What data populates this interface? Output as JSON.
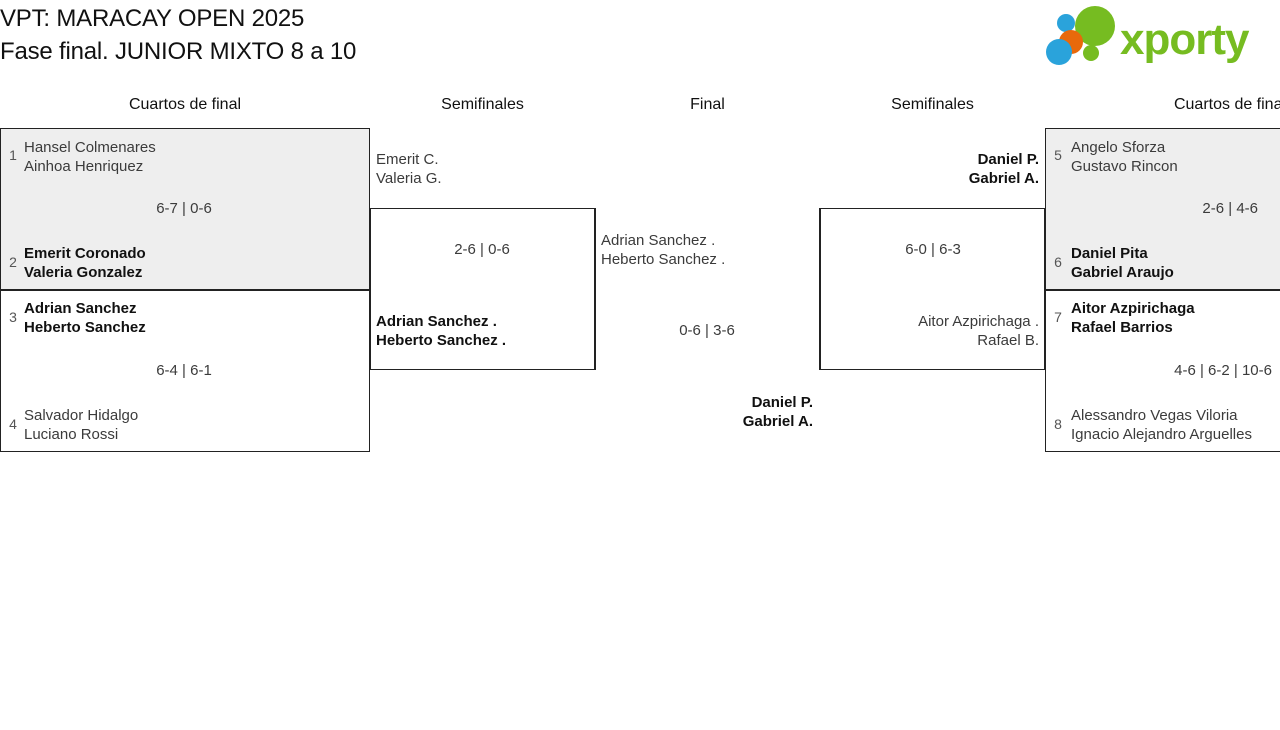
{
  "header": {
    "title_line1": "VPT: MARACAY OPEN 2025",
    "title_line2": "Fase final. JUNIOR MIXTO 8 a 10",
    "logo_text": "xporty",
    "logo_colors": {
      "green": "#76bc21",
      "orange": "#e8690b",
      "blue": "#2aa3db"
    }
  },
  "columns": {
    "qf_left": "Cuartos de final",
    "sf_left": "Semifinales",
    "final": "Final",
    "sf_right": "Semifinales",
    "qf_right": "Cuartos de final"
  },
  "bracket": {
    "qf_left": [
      {
        "shaded": true,
        "top": {
          "seed": "1",
          "p1": "Hansel Colmenares",
          "p2": "Ainhoa Henriquez",
          "winner": false
        },
        "bottom": {
          "seed": "2",
          "p1": "Emerit Coronado",
          "p2": "Valeria Gonzalez",
          "winner": true
        },
        "score": "6-7 | 0-6"
      },
      {
        "shaded": false,
        "top": {
          "seed": "3",
          "p1": "Adrian Sanchez",
          "p2": "Heberto Sanchez",
          "winner": true
        },
        "bottom": {
          "seed": "4",
          "p1": "Salvador Hidalgo",
          "p2": "Luciano Rossi",
          "winner": false
        },
        "score": "6-4 | 6-1"
      }
    ],
    "qf_right": [
      {
        "shaded": true,
        "top": {
          "seed": "5",
          "p1": "Angelo Sforza",
          "p2": "Gustavo Rincon",
          "winner": false
        },
        "bottom": {
          "seed": "6",
          "p1": "Daniel Pita",
          "p2": "Gabriel Araujo",
          "winner": true
        },
        "score": "2-6 | 4-6"
      },
      {
        "shaded": false,
        "top": {
          "seed": "7",
          "p1": "Aitor Azpirichaga",
          "p2": "Rafael Barrios",
          "winner": true
        },
        "bottom": {
          "seed": "8",
          "p1": "Alessandro Vegas Viloria",
          "p2": "Ignacio Alejandro Arguelles",
          "winner": false
        },
        "score": "4-6 | 6-2 | 10-6"
      }
    ],
    "sf_left": {
      "top": {
        "p1": "Emerit C.",
        "p2": "Valeria G.",
        "winner": false
      },
      "bottom": {
        "p1": "Adrian Sanchez .",
        "p2": "Heberto Sanchez .",
        "winner": true
      },
      "score": "2-6 | 0-6"
    },
    "sf_right": {
      "top": {
        "p1": "Daniel P.",
        "p2": "Gabriel A.",
        "winner": true
      },
      "bottom": {
        "p1": "Aitor Azpirichaga .",
        "p2": "Rafael B.",
        "winner": false
      },
      "score": "6-0 | 6-3"
    },
    "final": {
      "top": {
        "p1": "Adrian Sanchez .",
        "p2": "Heberto Sanchez .",
        "winner": false
      },
      "bottom": {
        "p1": "Daniel P.",
        "p2": "Gabriel A.",
        "winner": true
      },
      "score": "0-6 | 3-6"
    }
  }
}
